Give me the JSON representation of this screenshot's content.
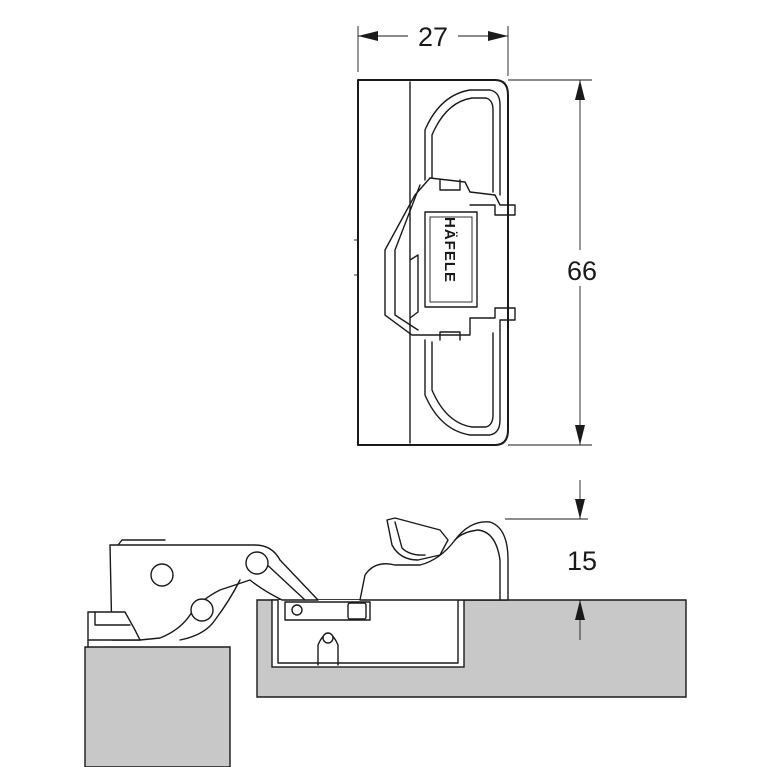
{
  "dimensions": {
    "width": "27",
    "height": "66",
    "depth": "15"
  },
  "logo": {
    "brand": "HÄFELE"
  },
  "colors": {
    "line": "#1a1a1a",
    "panel_fill": "#c8c8c8",
    "background": "#ffffff"
  }
}
